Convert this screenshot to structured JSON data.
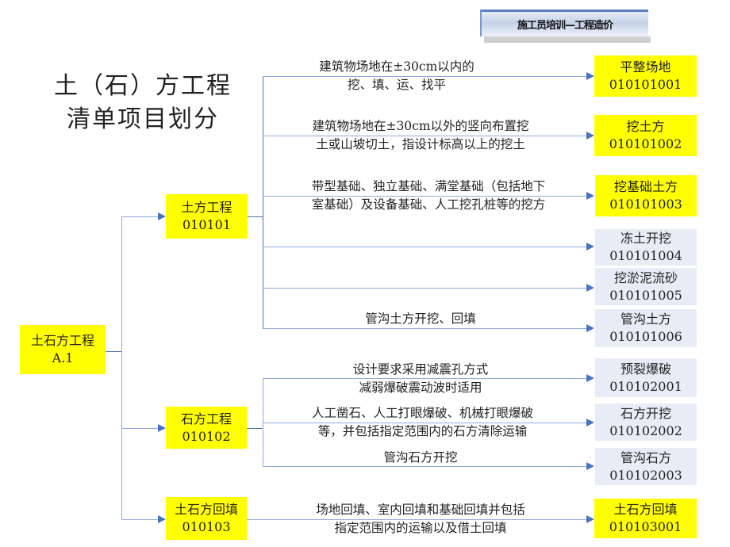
{
  "header": {
    "banner": "施工员培训—工程造价"
  },
  "title": {
    "line1": "土（石）方工程",
    "line2": "清单项目划分"
  },
  "root": {
    "name": "土石方工程",
    "code": "A.1"
  },
  "level1": [
    {
      "name": "土方工程",
      "code": "010101"
    },
    {
      "name": "石方工程",
      "code": "010102"
    },
    {
      "name": "土石方回填",
      "code": "010103"
    }
  ],
  "items": [
    {
      "name": "平整场地",
      "code": "010101001",
      "desc1": "建筑物场地在±30cm以内的",
      "desc2": "挖、填、运、找平",
      "highlight": true
    },
    {
      "name": "挖土方",
      "code": "010101002",
      "desc1": "建筑物场地在±30cm以外的竖向布置挖",
      "desc2": "土或山坡切土，指设计标高以上的挖土",
      "highlight": true
    },
    {
      "name": "挖基础土方",
      "code": "010101003",
      "desc1": "带型基础、独立基础、满堂基础（包括地下",
      "desc2": "室基础）及设备基础、人工挖孔桩等的挖方",
      "highlight": true
    },
    {
      "name": "冻土开挖",
      "code": "010101004",
      "desc1": "",
      "desc2": "",
      "highlight": false
    },
    {
      "name": "挖淤泥流砂",
      "code": "010101005",
      "desc1": "",
      "desc2": "",
      "highlight": false
    },
    {
      "name": "管沟土方",
      "code": "010101006",
      "desc1": "管沟土方开挖、回填",
      "desc2": "",
      "highlight": false
    },
    {
      "name": "预裂爆破",
      "code": "010102001",
      "desc1": "设计要求采用减震孔方式",
      "desc2": "减弱爆破震动波时适用",
      "highlight": false
    },
    {
      "name": "石方开挖",
      "code": "010102002",
      "desc1": "人工凿石、人工打眼爆破、机械打眼爆破",
      "desc2": "等，并包括指定范围内的石方清除运输",
      "highlight": false
    },
    {
      "name": "管沟石方",
      "code": "010102003",
      "desc1": "管沟石方开挖",
      "desc2": "",
      "highlight": false
    },
    {
      "name": "土石方回填",
      "code": "010103001",
      "desc1": "场地回填、室内回填和基础回填并包括",
      "desc2": "指定范围内的运输以及借土回填",
      "highlight": true
    }
  ],
  "colors": {
    "highlight": "#ffff00",
    "normal": "#e8ecf6",
    "connector": "#4a72c4"
  }
}
